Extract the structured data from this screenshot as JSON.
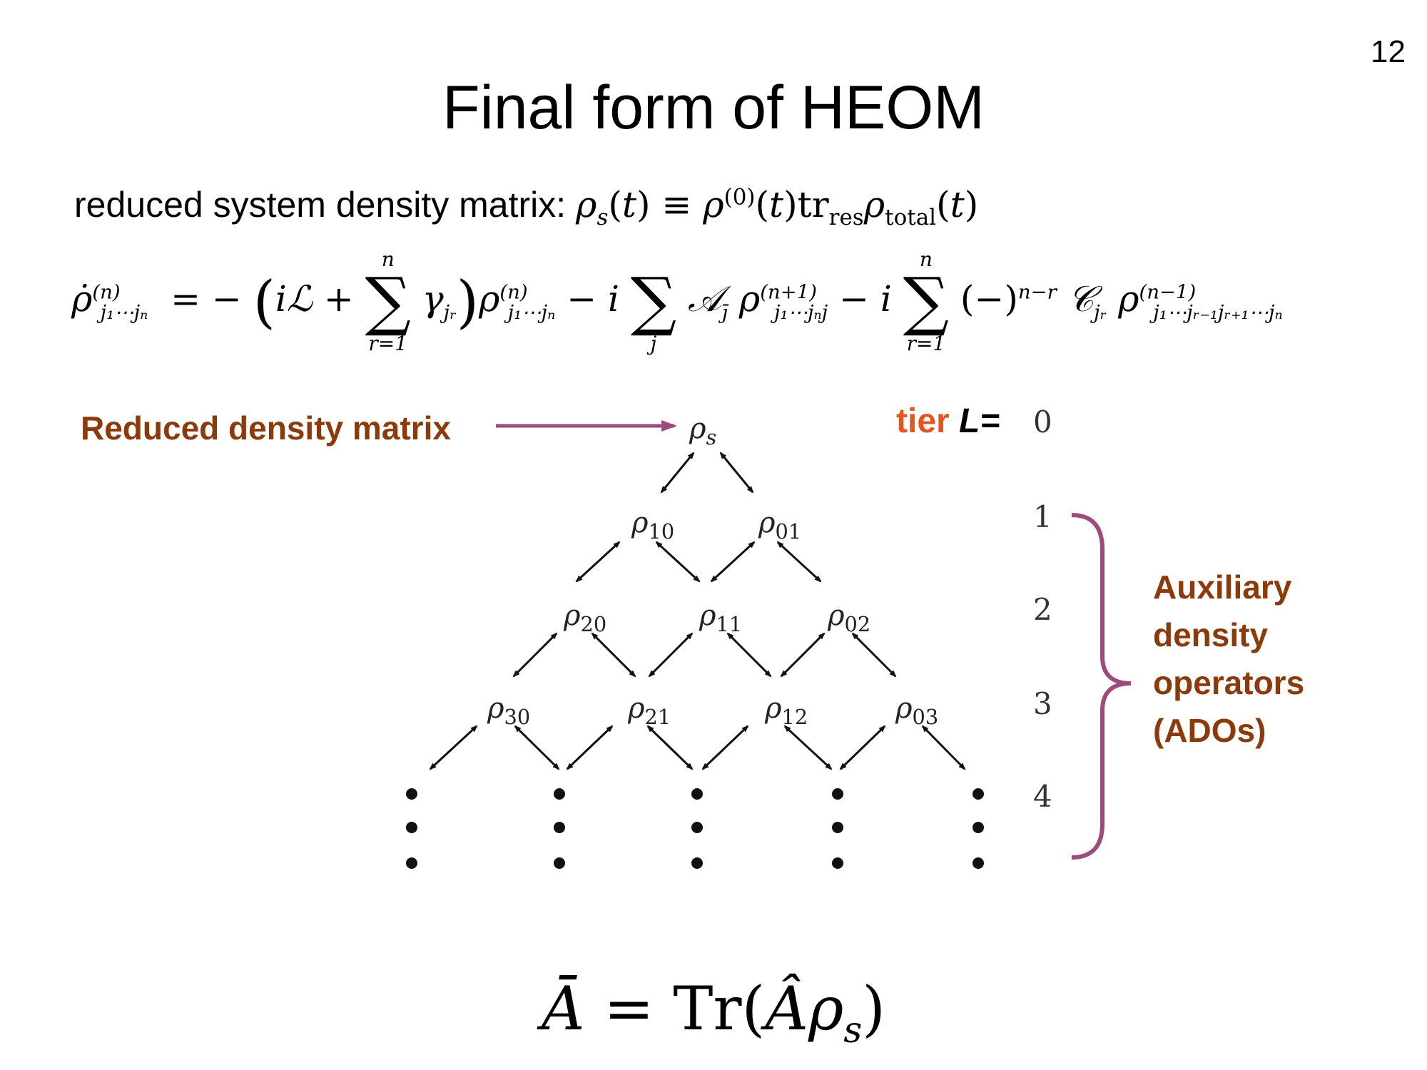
{
  "slide": {
    "page_number": "12",
    "title": "Final form of HEOM"
  },
  "definition": {
    "label": "reduced system density matrix:",
    "formula": "ρ_s(t) ≡ ρ^(0)(t) tr_res ρ_total(t)"
  },
  "heom_equation": "ρ̇^(n)_{j1⋯jn} = −(iℒ + Σ_{r=1}^{n} γ_{jr}) ρ^(n)_{j1⋯jn} − i Σ_j 𝒜_{j̄} ρ^(n+1)_{j1⋯jn j} − i Σ_{r=1}^{n} (−)^{n−r} 𝒞_{jr} ρ^(n−1)_{j1⋯j(r−1) j(r+1)⋯jn}",
  "diagram": {
    "callout_left": "Reduced density matrix",
    "tier_header": {
      "word": "tier",
      "symbol": "L="
    },
    "tiers": [
      "0",
      "1",
      "2",
      "3",
      "4"
    ],
    "nodes": {
      "tier0": [
        "s"
      ],
      "tier1": [
        "10",
        "01"
      ],
      "tier2": [
        "20",
        "11",
        "02"
      ],
      "tier3": [
        "30",
        "21",
        "12",
        "03"
      ]
    },
    "node_symbol": "ρ",
    "brace_label": [
      "Auxiliary",
      "density",
      "operators",
      "(ADOs)"
    ],
    "colors": {
      "callout_text": "#8b3a0b",
      "pointer_arrow": "#9c4b7c",
      "brace": "#9c4b7c",
      "tier_word": "#e8541e"
    }
  },
  "expectation_formula": "Ā = Tr(Âρ_s)"
}
